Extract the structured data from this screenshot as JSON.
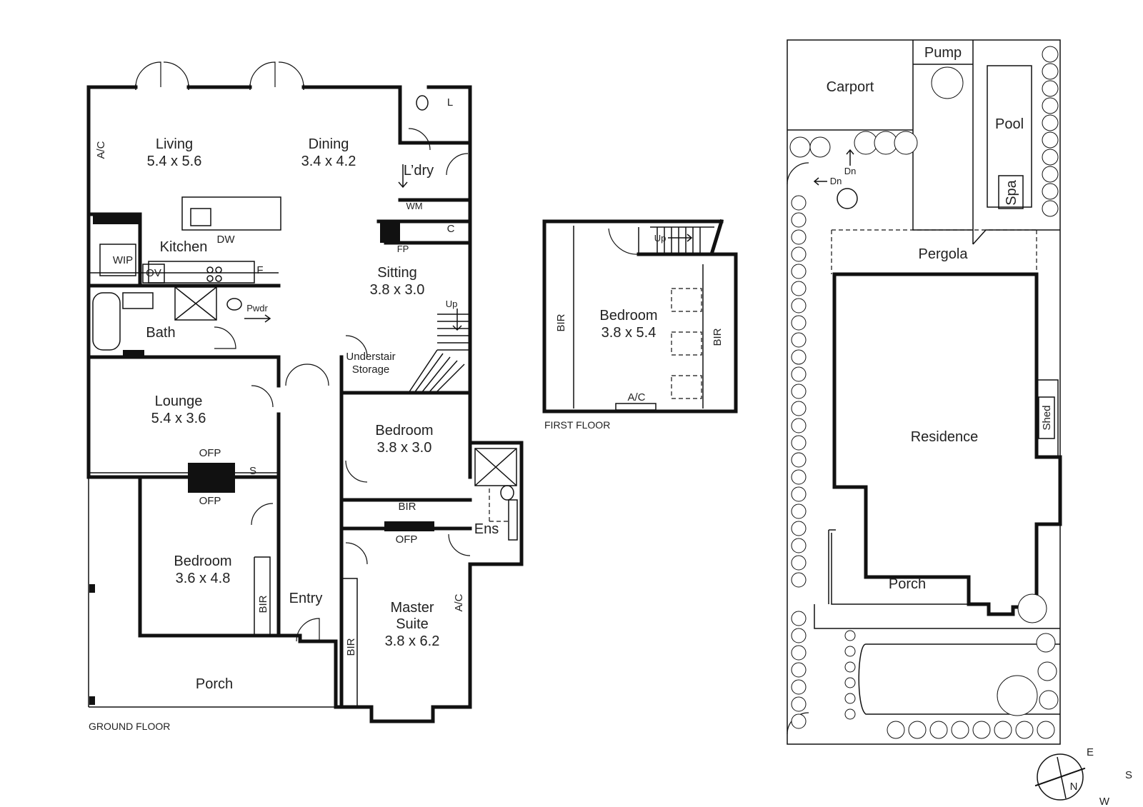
{
  "floor_labels": {
    "ground": "GROUND FLOOR",
    "first": "FIRST FLOOR"
  },
  "ground_floor": {
    "living": {
      "name": "Living",
      "dims": "5.4 x 5.6"
    },
    "dining": {
      "name": "Dining",
      "dims": "3.4 x 4.2"
    },
    "kitchen": "Kitchen",
    "wip": "WIP",
    "ov": "OV",
    "dw": "DW",
    "f": "F",
    "laundry": "L’dry",
    "l": "L",
    "wm": "WM",
    "c": "C",
    "fp": "FP",
    "sitting": {
      "name": "Sitting",
      "dims": "3.8 x 3.0"
    },
    "up": "Up",
    "pwdr": "Pwdr",
    "bath": "Bath",
    "understair_1": "Understair",
    "understair_2": "Storage",
    "lounge": {
      "name": "Lounge",
      "dims": "5.4 x 3.6"
    },
    "ofp_top": "OFP",
    "ofp_bottom": "OFP",
    "s": "S",
    "bedroom2": {
      "name": "Bedroom",
      "dims": "3.8 x 3.0"
    },
    "bir_mid": "BIR",
    "ofp_master": "OFP",
    "ens": "Ens",
    "bedroom3": {
      "name": "Bedroom",
      "dims": "3.6 x 4.8"
    },
    "bir_left": "BIR",
    "entry": "Entry",
    "master": {
      "name1": "Master",
      "name2": "Suite",
      "dims": "3.8 x 6.2"
    },
    "ac_master": "A/C",
    "bir_master": "BIR",
    "ac_living": "A/C",
    "porch": "Porch"
  },
  "first_floor": {
    "bedroom": {
      "name": "Bedroom",
      "dims": "3.8 x 5.4"
    },
    "bir_left": "BIR",
    "bir_right": "BIR",
    "up": "Up",
    "ac": "A/C"
  },
  "site": {
    "pump": "Pump",
    "carport": "Carport",
    "pool": "Pool",
    "spa": "Spa",
    "dn1": "Dn",
    "dn2": "Dn",
    "pergola": "Pergola",
    "residence": "Residence",
    "shed": "Shed",
    "porch": "Porch"
  },
  "compass": {
    "e": "E",
    "s": "S",
    "n": "N",
    "w": "W"
  }
}
